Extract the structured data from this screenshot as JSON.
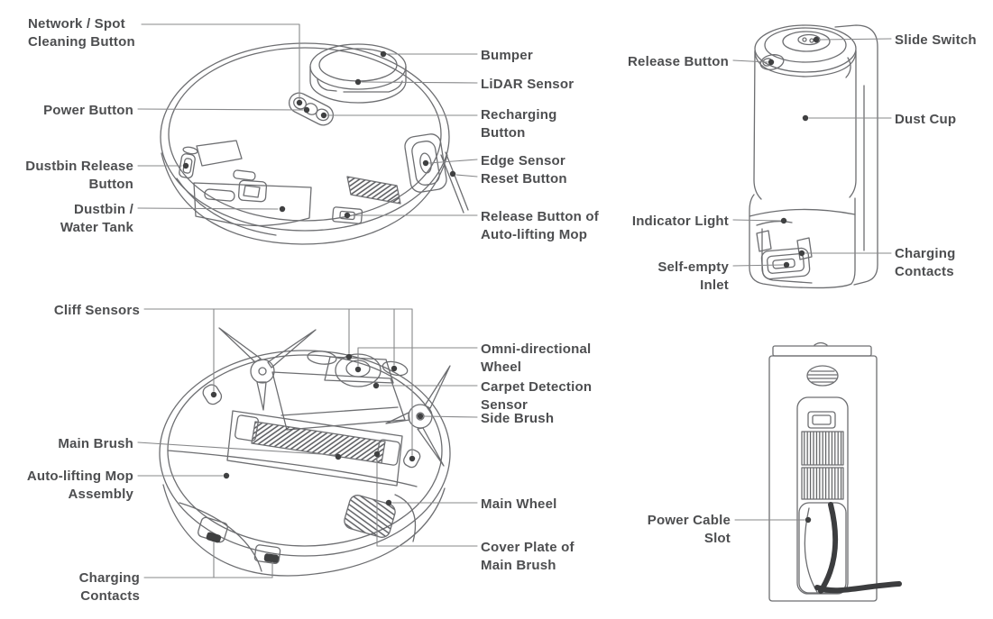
{
  "colors": {
    "background": "#ffffff",
    "label_text": "#4d4e50",
    "leader_line": "#87888a",
    "leader_dot": "#3f4041",
    "line_art": "#6d6e71"
  },
  "labels": {
    "robot_top": [
      "Network / Spot\nCleaning Button",
      "Power Button",
      "Dustbin Release\nButton",
      "Dustbin /\nWater Tank",
      "Bumper",
      "LiDAR Sensor",
      "Recharging\nButton",
      "Edge Sensor",
      "Reset Button",
      "Release Button of\nAuto-lifting Mop"
    ],
    "dock_front": [
      "Release Button",
      "Slide Switch",
      "Dust Cup",
      "Indicator Light",
      "Self-empty\nInlet",
      "Charging\nContacts"
    ],
    "robot_bottom": [
      "Cliff Sensors",
      "Main Brush",
      "Auto-lifting Mop\nAssembly",
      "Charging\nContacts",
      "Omni-directional\nWheel",
      "Carpet Detection\nSensor",
      "Side Brush",
      "Main Wheel",
      "Cover Plate of\nMain Brush"
    ],
    "dock_back": [
      "Power Cable\nSlot"
    ]
  }
}
